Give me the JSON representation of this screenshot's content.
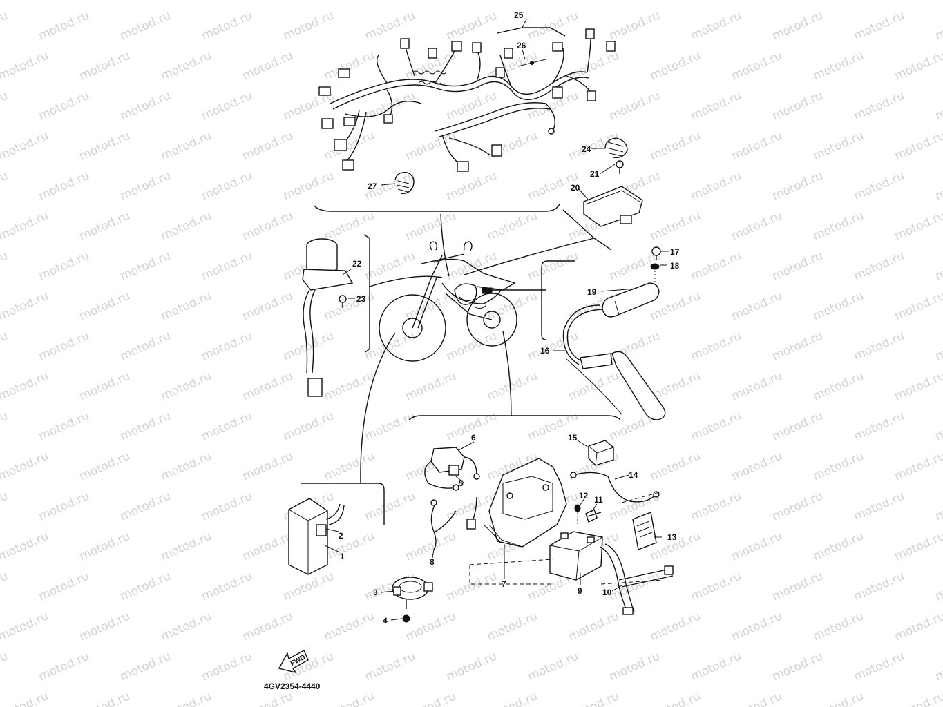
{
  "watermark": {
    "text": "motod.ru"
  },
  "diagram_code": "4GV2354-4440",
  "forward_label": "FWD",
  "callouts": [
    {
      "id": "1",
      "label": "1"
    },
    {
      "id": "2",
      "label": "2"
    },
    {
      "id": "3",
      "label": "3"
    },
    {
      "id": "4",
      "label": "4"
    },
    {
      "id": "5",
      "label": "5"
    },
    {
      "id": "6",
      "label": "6"
    },
    {
      "id": "7",
      "label": "7"
    },
    {
      "id": "8",
      "label": "8"
    },
    {
      "id": "9",
      "label": "9"
    },
    {
      "id": "10",
      "label": "10"
    },
    {
      "id": "11",
      "label": "11"
    },
    {
      "id": "12",
      "label": "12"
    },
    {
      "id": "13",
      "label": "13"
    },
    {
      "id": "14",
      "label": "14"
    },
    {
      "id": "15",
      "label": "15"
    },
    {
      "id": "16",
      "label": "16"
    },
    {
      "id": "17",
      "label": "17"
    },
    {
      "id": "18",
      "label": "18"
    },
    {
      "id": "19",
      "label": "19"
    },
    {
      "id": "20",
      "label": "20"
    },
    {
      "id": "21",
      "label": "21"
    },
    {
      "id": "22",
      "label": "22"
    },
    {
      "id": "23",
      "label": "23"
    },
    {
      "id": "24",
      "label": "24"
    },
    {
      "id": "25",
      "label": "25"
    },
    {
      "id": "26",
      "label": "26"
    },
    {
      "id": "27",
      "label": "27"
    }
  ],
  "colors": {
    "ink": "#111111",
    "watermark": "#d2d2d2",
    "background": "#ffffff"
  }
}
